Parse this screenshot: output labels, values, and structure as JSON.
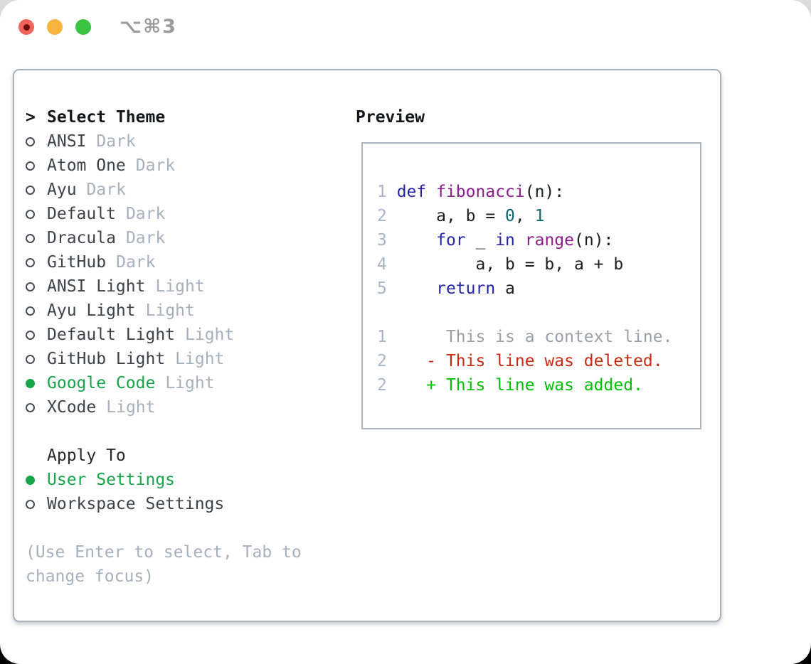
{
  "titlebar": {
    "shortcut": "⌥⌘3",
    "traffic_lights": [
      {
        "name": "close",
        "color": "#f0625a"
      },
      {
        "name": "minimize",
        "color": "#f6b43f"
      },
      {
        "name": "zoom",
        "color": "#38c340"
      }
    ]
  },
  "theme_panel": {
    "header": {
      "prompt": ">",
      "label": "Select Theme"
    },
    "themes": [
      {
        "name": "ANSI",
        "tag": "Dark",
        "selected": false
      },
      {
        "name": "Atom One",
        "tag": "Dark",
        "selected": false
      },
      {
        "name": "Ayu",
        "tag": "Dark",
        "selected": false
      },
      {
        "name": "Default",
        "tag": "Dark",
        "selected": false
      },
      {
        "name": "Dracula",
        "tag": "Dark",
        "selected": false
      },
      {
        "name": "GitHub",
        "tag": "Dark",
        "selected": false
      },
      {
        "name": "ANSI Light",
        "tag": "Light",
        "selected": false
      },
      {
        "name": "Ayu Light",
        "tag": "Light",
        "selected": false
      },
      {
        "name": "Default Light",
        "tag": "Light",
        "selected": false
      },
      {
        "name": "GitHub Light",
        "tag": "Light",
        "selected": false
      },
      {
        "name": "Google Code",
        "tag": "Light",
        "selected": true
      },
      {
        "name": "XCode",
        "tag": "Light",
        "selected": false
      }
    ],
    "apply_to": {
      "label": "Apply To",
      "options": [
        {
          "name": "User Settings",
          "selected": true
        },
        {
          "name": "Workspace Settings",
          "selected": false
        }
      ]
    },
    "help": "(Use Enter to select, Tab to change focus)"
  },
  "preview": {
    "title": "Preview",
    "code_lines": [
      {
        "num": "1",
        "tokens": [
          {
            "t": "def",
            "c": "kw"
          },
          {
            "t": " ",
            "c": "pl"
          },
          {
            "t": "fibonacci",
            "c": "fn"
          },
          {
            "t": "(n):",
            "c": "pl"
          }
        ]
      },
      {
        "num": "2",
        "tokens": [
          {
            "t": "    a, b = ",
            "c": "pl"
          },
          {
            "t": "0",
            "c": "lit"
          },
          {
            "t": ", ",
            "c": "pl"
          },
          {
            "t": "1",
            "c": "lit"
          }
        ]
      },
      {
        "num": "3",
        "tokens": [
          {
            "t": "    ",
            "c": "pl"
          },
          {
            "t": "for",
            "c": "kw"
          },
          {
            "t": " _ ",
            "c": "pl"
          },
          {
            "t": "in",
            "c": "kw"
          },
          {
            "t": " ",
            "c": "pl"
          },
          {
            "t": "range",
            "c": "fn"
          },
          {
            "t": "(n):",
            "c": "pl"
          }
        ]
      },
      {
        "num": "4",
        "tokens": [
          {
            "t": "        a, b = b, a + b",
            "c": "pl"
          }
        ]
      },
      {
        "num": "5",
        "tokens": [
          {
            "t": "    ",
            "c": "pl"
          },
          {
            "t": "return",
            "c": "kw"
          },
          {
            "t": " a",
            "c": "pl"
          }
        ]
      }
    ],
    "diff_lines": [
      {
        "num": "1",
        "marker": " ",
        "text": "This is a context line.",
        "kind": "context"
      },
      {
        "num": "2",
        "marker": "-",
        "text": "This line was deleted.",
        "kind": "deleted"
      },
      {
        "num": "2",
        "marker": "+",
        "text": "This line was added.",
        "kind": "added"
      }
    ]
  },
  "colors": {
    "ui_green": "#17a44a",
    "keyword_blue": "#2626a6",
    "function_purple": "#8c1e8e",
    "literal_teal": "#0e6a6a",
    "added_green": "#00c104",
    "deleted_red": "#c82a12",
    "tag_gray": "#a7b0bd",
    "line_number_gray": "#a9b4c4",
    "panel_border": "#aab1bc"
  }
}
